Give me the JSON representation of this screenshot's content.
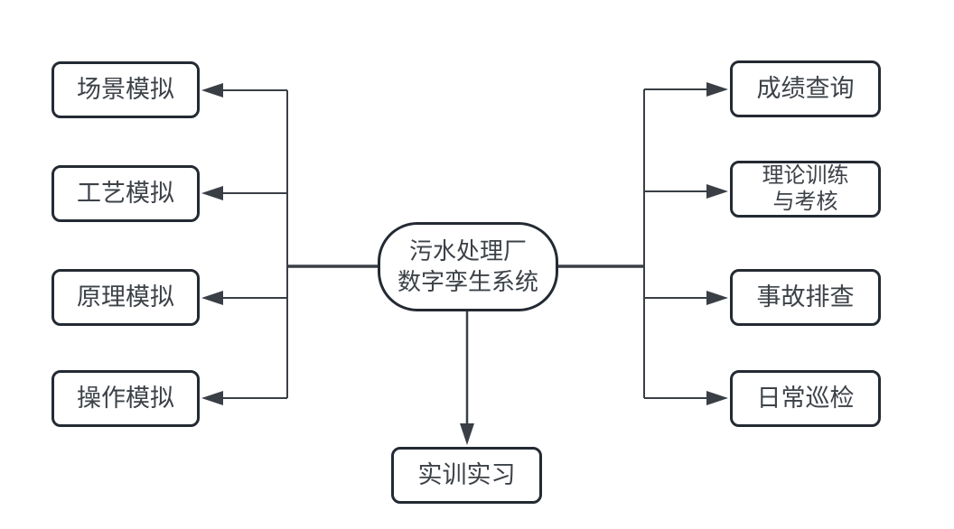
{
  "diagram": {
    "center_node": {
      "label": "污水处理厂\n数字孪生系统"
    },
    "left_nodes": [
      {
        "label": "场景模拟"
      },
      {
        "label": "工艺模拟"
      },
      {
        "label": "原理模拟"
      },
      {
        "label": "操作模拟"
      }
    ],
    "right_nodes": [
      {
        "label": "成绩查询"
      },
      {
        "label": "理论训练\n与考核"
      },
      {
        "label": "事故排查"
      },
      {
        "label": "日常巡检"
      }
    ],
    "bottom_node": {
      "label": "实训实习"
    },
    "colors": {
      "background": "#ffffff",
      "node_border": "#242a33",
      "connector_line": "#3a3f46",
      "text": "#3d4248"
    }
  }
}
